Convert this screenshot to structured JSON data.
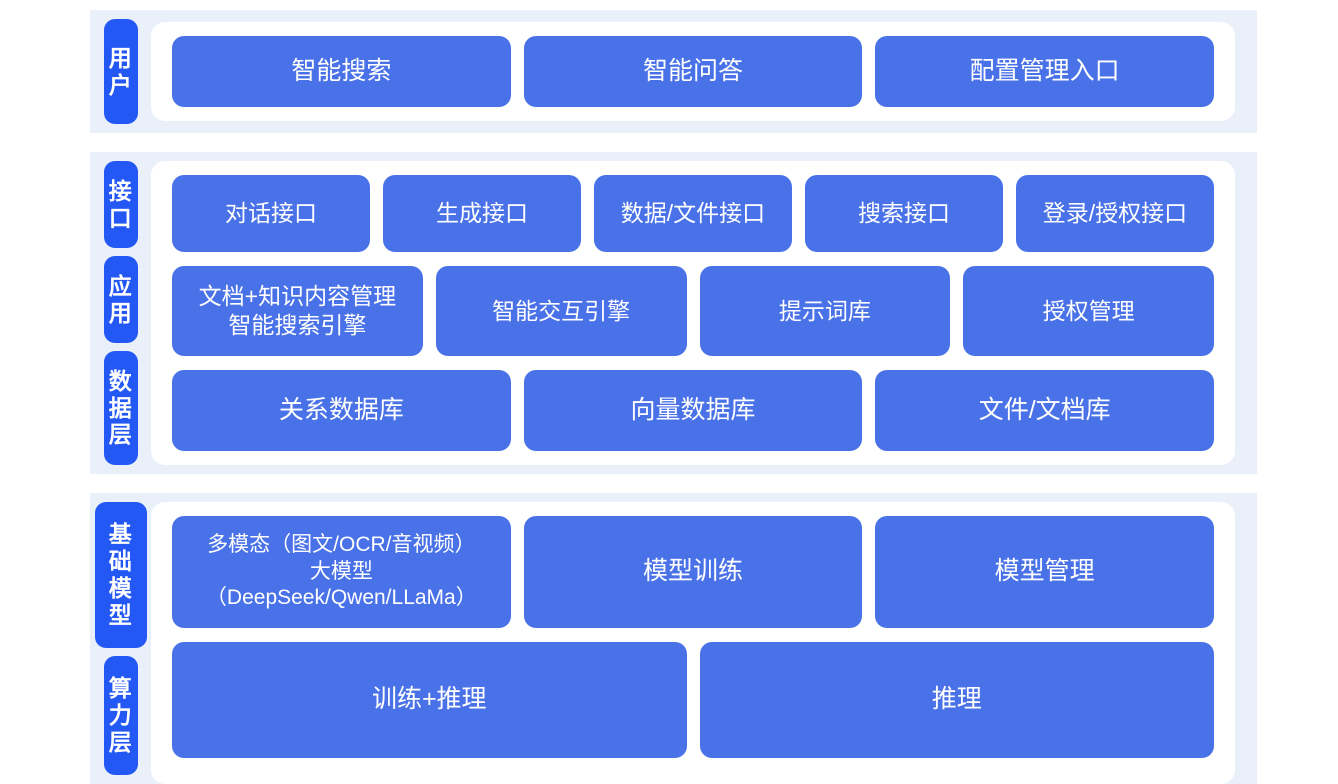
{
  "colors": {
    "band": "#eaf0fa",
    "label_chip": "#2458f5",
    "box": "#4a72e8",
    "card": "#ffffff",
    "page": "#ffffff",
    "text_on_blue": "#ffffff"
  },
  "sections": [
    {
      "id": "user",
      "labels": [
        "用户"
      ],
      "rows": [
        {
          "id": "user-entries",
          "boxes": [
            "智能搜索",
            "智能问答",
            "配置管理入口"
          ]
        }
      ]
    },
    {
      "id": "platform",
      "labels": [
        "接口",
        "应用",
        "数据层"
      ],
      "rows": [
        {
          "id": "interface",
          "boxes": [
            "对话接口",
            "生成接口",
            "数据/文件接口",
            "搜索接口",
            "登录/授权接口"
          ]
        },
        {
          "id": "application",
          "boxes": [
            "文档+知识内容管理\n智能搜索引擎",
            "智能交互引擎",
            "提示词库",
            "授权管理"
          ]
        },
        {
          "id": "data",
          "boxes": [
            "关系数据库",
            "向量数据库",
            "文件/文档库"
          ]
        }
      ]
    },
    {
      "id": "infrastructure",
      "labels": [
        "基础模型",
        "算力层"
      ],
      "rows": [
        {
          "id": "model",
          "boxes": [
            "多模态（图文/OCR/音视频）\n大模型（DeepSeek/Qwen/LLaMa）",
            "模型训练",
            "模型管理"
          ]
        },
        {
          "id": "compute",
          "boxes": [
            "训练+推理",
            "推理"
          ]
        }
      ]
    }
  ]
}
